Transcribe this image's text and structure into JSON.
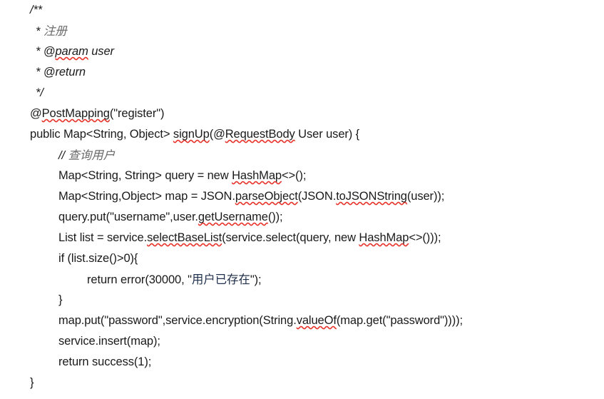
{
  "document": {
    "background_color": "#ffffff",
    "text_color": "#1a1a1a",
    "comment_color": "#6a6a6a",
    "string_cjk_color": "#21314d",
    "spellcheck_underline_color": "#e8342a",
    "language": "java",
    "lines": [
      {
        "id": "line-1",
        "indent": "ind-0",
        "style": "comment",
        "segments": [
          {
            "text": "/**",
            "squiggle": false
          }
        ]
      },
      {
        "id": "line-2",
        "indent": "ind-star",
        "style": "comment",
        "segments": [
          {
            "text": "* ",
            "squiggle": false
          },
          {
            "text": "注册",
            "squiggle": false,
            "cjk": true
          }
        ]
      },
      {
        "id": "line-3",
        "indent": "ind-star",
        "style": "comment",
        "segments": [
          {
            "text": "* @",
            "squiggle": false
          },
          {
            "text": "param",
            "squiggle": true
          },
          {
            "text": " user",
            "squiggle": false
          }
        ]
      },
      {
        "id": "line-4",
        "indent": "ind-star",
        "style": "comment",
        "segments": [
          {
            "text": "* @return",
            "squiggle": false
          }
        ]
      },
      {
        "id": "line-5",
        "indent": "ind-star",
        "style": "comment",
        "segments": [
          {
            "text": "*/",
            "squiggle": false
          }
        ]
      },
      {
        "id": "line-6",
        "indent": "ind-0",
        "style": "code",
        "segments": [
          {
            "text": "@",
            "squiggle": false
          },
          {
            "text": "PostMapping",
            "squiggle": true
          },
          {
            "text": "(\"register\")",
            "squiggle": false
          }
        ]
      },
      {
        "id": "line-7",
        "indent": "ind-0",
        "style": "code",
        "segments": [
          {
            "text": "public Map<String, Object> ",
            "squiggle": false
          },
          {
            "text": "signUp",
            "squiggle": true
          },
          {
            "text": "(@",
            "squiggle": false
          },
          {
            "text": "RequestBody",
            "squiggle": true
          },
          {
            "text": " User user) {",
            "squiggle": false
          }
        ]
      },
      {
        "id": "line-8",
        "indent": "ind-1",
        "style": "comment",
        "segments": [
          {
            "text": "// ",
            "squiggle": false
          },
          {
            "text": "查询用户",
            "squiggle": false,
            "cjk": true
          }
        ]
      },
      {
        "id": "line-9",
        "indent": "ind-1",
        "style": "code",
        "segments": [
          {
            "text": "Map<String, String> query = new ",
            "squiggle": false
          },
          {
            "text": "HashMap",
            "squiggle": true
          },
          {
            "text": "<>();",
            "squiggle": false
          }
        ]
      },
      {
        "id": "line-10",
        "indent": "ind-1",
        "style": "code",
        "segments": [
          {
            "text": "Map<String,Object> map = JSON.",
            "squiggle": false
          },
          {
            "text": "parseObject",
            "squiggle": true
          },
          {
            "text": "(JSON.",
            "squiggle": false
          },
          {
            "text": "toJSONString",
            "squiggle": true
          },
          {
            "text": "(user));",
            "squiggle": false
          }
        ]
      },
      {
        "id": "line-11",
        "indent": "ind-1",
        "style": "code",
        "segments": [
          {
            "text": "query.put(\"username\",user.",
            "squiggle": false
          },
          {
            "text": "getUsername",
            "squiggle": true
          },
          {
            "text": "());",
            "squiggle": false
          }
        ]
      },
      {
        "id": "line-12",
        "indent": "ind-1",
        "style": "code",
        "segments": [
          {
            "text": "List list = service.",
            "squiggle": false
          },
          {
            "text": "selectBaseList",
            "squiggle": true
          },
          {
            "text": "(service.select(query, new ",
            "squiggle": false
          },
          {
            "text": "HashMap",
            "squiggle": true
          },
          {
            "text": "<>()));",
            "squiggle": false
          }
        ]
      },
      {
        "id": "line-13",
        "indent": "ind-1",
        "style": "code",
        "segments": [
          {
            "text": "if (list.size()>0){",
            "squiggle": false
          }
        ]
      },
      {
        "id": "line-14",
        "indent": "ind-2",
        "style": "code",
        "segments": [
          {
            "text": "return error(30000, \"",
            "squiggle": false
          },
          {
            "text": "用户已存在",
            "squiggle": false,
            "cjk": true,
            "string": true
          },
          {
            "text": "\");",
            "squiggle": false
          }
        ]
      },
      {
        "id": "line-15",
        "indent": "ind-1",
        "style": "code",
        "segments": [
          {
            "text": "}",
            "squiggle": false
          }
        ]
      },
      {
        "id": "line-16",
        "indent": "ind-1",
        "style": "code",
        "segments": [
          {
            "text": "map.put(\"password\",service.encryption(String.",
            "squiggle": false
          },
          {
            "text": "valueOf",
            "squiggle": true
          },
          {
            "text": "(map.get(\"password\"))));",
            "squiggle": false
          }
        ]
      },
      {
        "id": "line-17",
        "indent": "ind-1",
        "style": "code",
        "segments": [
          {
            "text": "service.insert(map);",
            "squiggle": false
          }
        ]
      },
      {
        "id": "line-18",
        "indent": "ind-1",
        "style": "code",
        "segments": [
          {
            "text": "return success(1);",
            "squiggle": false
          }
        ]
      },
      {
        "id": "line-19",
        "indent": "ind-0",
        "style": "code",
        "segments": [
          {
            "text": "}",
            "squiggle": false
          }
        ]
      }
    ]
  }
}
